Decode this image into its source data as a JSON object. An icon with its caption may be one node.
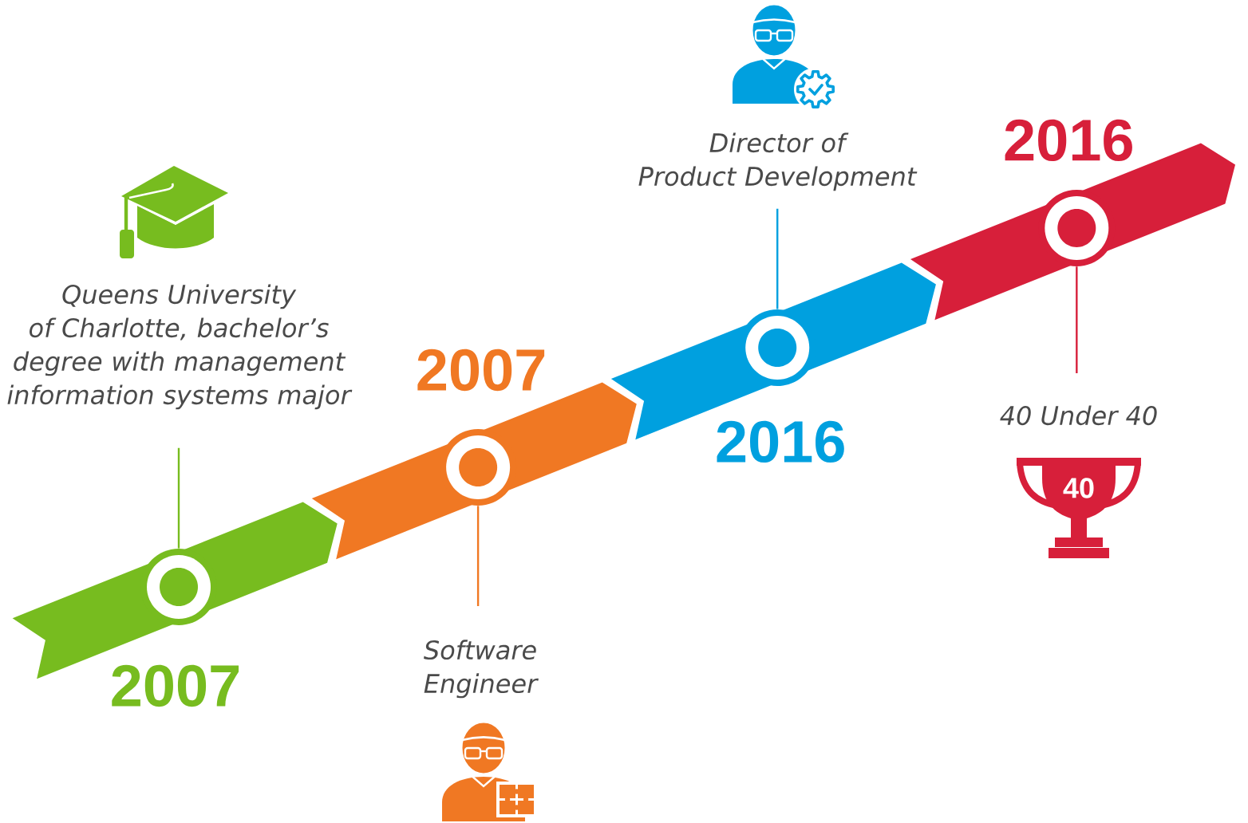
{
  "diagram": {
    "nodes": [
      {
        "text": [
          "Queens University of Charlotte, bachelor’s degree with management information systems major"
        ]
      },
      {
        "text": [],
        "shape": "circle",
        "beside": [
          "2007"
        ]
      },
      {
        "text": [],
        "shape": "circle",
        "beside": [
          "2007"
        ]
      },
      {
        "text": [
          "Software Engineer"
        ]
      },
      {
        "text": [
          "Director of Product Development"
        ]
      },
      {
        "text": [],
        "shape": "circle",
        "beside": [
          "2016"
        ]
      },
      {
        "text": [],
        "shape": "circle",
        "beside": [
          "2016"
        ]
      },
      {
        "text": [
          "40 Under 40"
        ]
      }
    ],
    "edges": [
      {
        "from": 0,
        "to": 1,
        "arrow": "none",
        "color": "#77bc1f"
      },
      {
        "from": 3,
        "to": 2,
        "arrow": "none",
        "color": "#f07823"
      },
      {
        "from": 4,
        "to": 5,
        "arrow": "none",
        "color": "#00a0df"
      },
      {
        "from": 7,
        "to": 6,
        "arrow": "none",
        "color": "#d71f3a"
      }
    ],
    "labels": [
      "40"
    ]
  }
}
